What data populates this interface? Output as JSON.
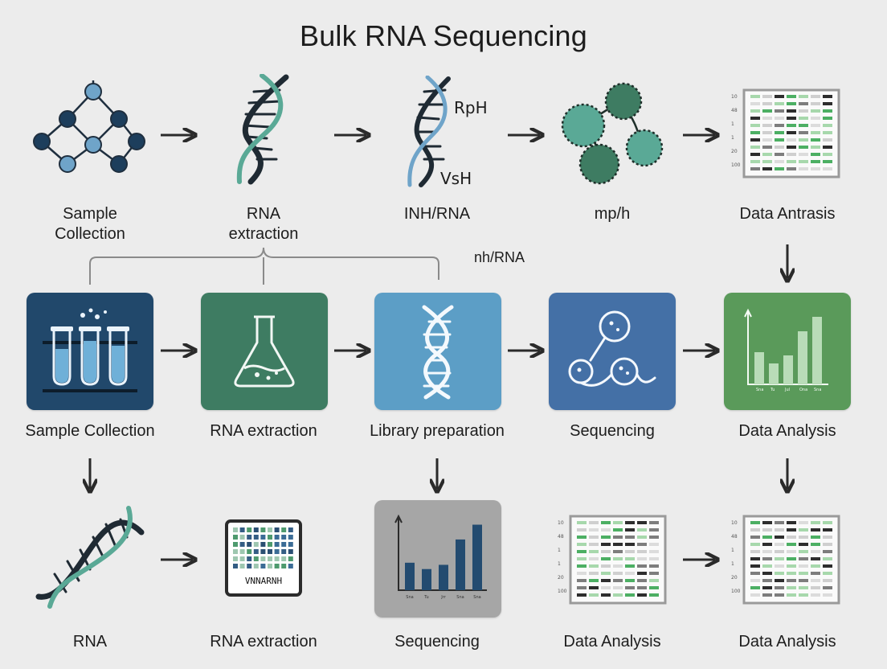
{
  "title": "Bulk RNA Sequencing",
  "colors": {
    "navy": "#21486b",
    "green": "#3e7c62",
    "light_blue": "#5c9ec6",
    "mid_blue": "#4470a6",
    "leaf_green": "#5a9a5a",
    "grey_tile": "#a6a6a6",
    "teal": "#5aa996",
    "bar_dark": "#234b70"
  },
  "row1": {
    "labels": [
      "Sample\nCollection",
      "RNA\nextraction",
      "INH/RNA",
      "mp/h",
      "Data Antrasis"
    ],
    "dna_annotations": {
      "top": "RpH",
      "bottom": "VsH"
    }
  },
  "bracket_label": "nh/RNA",
  "row2": {
    "labels": [
      "Sample Collection",
      "RNA extraction",
      "Library preparation",
      "Sequencing",
      "Data Analysis"
    ]
  },
  "row3": {
    "labels": [
      "RNA",
      "RNA extraction",
      "Sequencing",
      "Data Analysis",
      "Data Analysis"
    ],
    "array_text": "VNNARNH"
  },
  "charts": {
    "row2_bar": {
      "type": "bar",
      "values": [
        32,
        24,
        38,
        58,
        92
      ],
      "tick_labels": [
        "Sna",
        "Tu",
        "Jul",
        "Ona",
        "Sna"
      ]
    },
    "row3_bar": {
      "type": "bar",
      "values": [
        26,
        20,
        24,
        48,
        62
      ],
      "tick_labels": [
        "Sna",
        "Tu",
        "Jrr",
        "Sna",
        "Sna"
      ]
    }
  },
  "heatmap": {
    "row_labels": [
      "10",
      "48",
      "1",
      "1",
      "20",
      "100"
    ]
  }
}
